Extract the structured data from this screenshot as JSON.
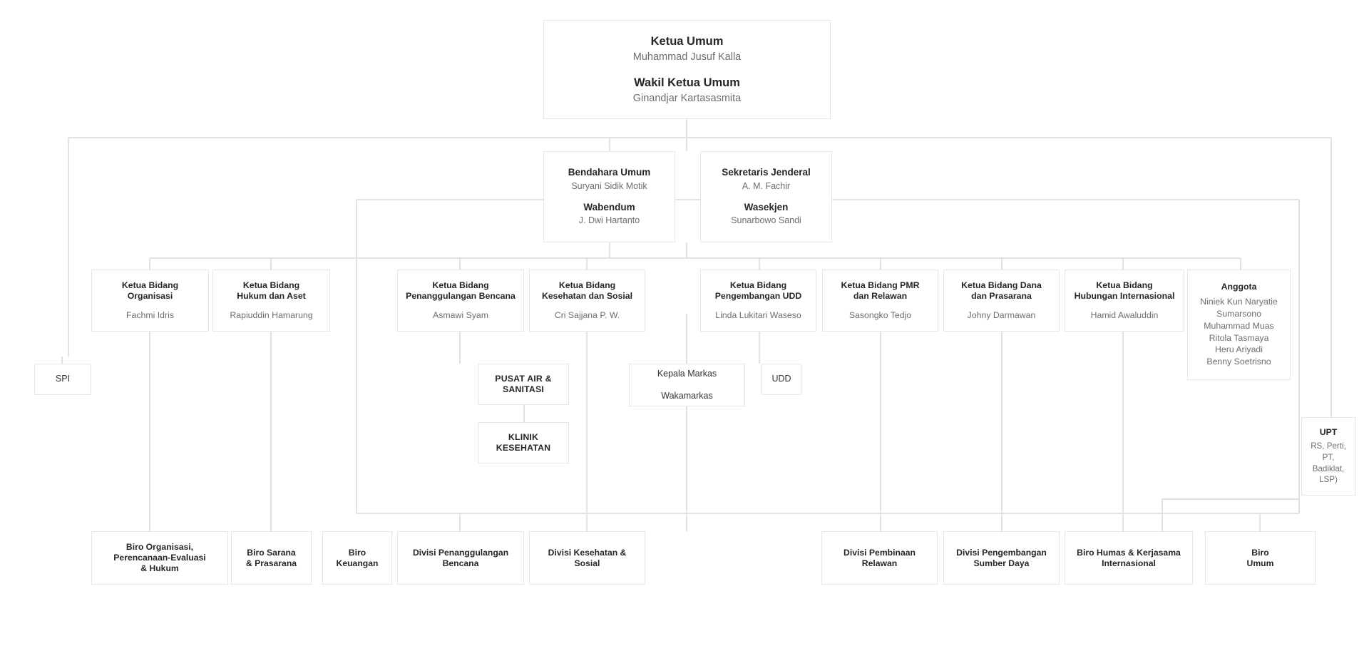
{
  "chart_data": {
    "type": "diagram",
    "title": "Struktur Organisasi PMI",
    "orientation": "top-down"
  },
  "nodes": {
    "root": {
      "title1": "Ketua Umum",
      "person1": "Muhammad Jusuf Kalla",
      "title2": "Wakil Ketua Umum",
      "person2": "Ginandjar Kartasasmita"
    },
    "bendahara": {
      "title1": "Bendahara Umum",
      "person1": "Suryani Sidik Motik",
      "title2": "Wabendum",
      "person2": "J. Dwi Hartanto"
    },
    "sekjen": {
      "title1": "Sekretaris Jenderal",
      "person1": "A. M. Fachir",
      "title2": "Wasekjen",
      "person2": "Sunarbowo Sandi"
    },
    "bidang": [
      {
        "title": "Ketua Bidang\nOrganisasi",
        "person": "Fachmi Idris"
      },
      {
        "title": "Ketua Bidang\nHukum dan Aset",
        "person": "Rapiuddin Hamarung"
      },
      {
        "title": "Ketua Bidang\nPenanggulangan Bencana",
        "person": "Asmawi Syam"
      },
      {
        "title": "Ketua Bidang\nKesehatan dan Sosial",
        "person": "Cri Sajjana P. W."
      },
      {
        "title": "Ketua Bidang\nPengembangan UDD",
        "person": "Linda Lukitari Waseso"
      },
      {
        "title": "Ketua Bidang PMR\ndan Relawan",
        "person": "Sasongko Tedjo"
      },
      {
        "title": "Ketua Bidang Dana\ndan Prasarana",
        "person": "Johny Darmawan"
      },
      {
        "title": "Ketua Bidang\nHubungan Internasional",
        "person": "Hamid Awaluddin"
      }
    ],
    "anggota": {
      "title": "Anggota",
      "person": "Niniek Kun Naryatie\nSumarsono\nMuhammad Muas\nRitola Tasmaya\nHeru Ariyadi\nBenny Soetrisno"
    },
    "spi": {
      "title": "SPI"
    },
    "pusat_air": {
      "title": "PUSAT AIR &\nSANITASI"
    },
    "klinik": {
      "title": "KLINIK\nKESEHATAN"
    },
    "markas": {
      "title": "Kepala Markas",
      "person": "Wakamarkas"
    },
    "udd": {
      "title": "UDD"
    },
    "upt": {
      "title": "UPT",
      "person": "RS, Perti,\nPT,\nBadiklat,\nLSP)"
    },
    "biro": [
      {
        "title": "Biro Organisasi,\nPerencanaan-Evaluasi\n& Hukum"
      },
      {
        "title": "Biro Sarana\n& Prasarana"
      },
      {
        "title": "Biro\nKeuangan"
      },
      {
        "title": "Divisi Penanggulangan\nBencana"
      },
      {
        "title": "Divisi Kesehatan &\nSosial"
      },
      {
        "title": "Divisi Pembinaan\nRelawan"
      },
      {
        "title": "Divisi Pengembangan\nSumber Daya"
      },
      {
        "title": "Biro Humas & Kerjasama\nInternasional"
      },
      {
        "title": "Biro\nUmum"
      }
    ]
  },
  "colors": {
    "border": "#e6e6e6",
    "line": "#e2e2e2",
    "title_text": "#262626",
    "person_text": "#6d6d6d",
    "background": "#ffffff"
  }
}
